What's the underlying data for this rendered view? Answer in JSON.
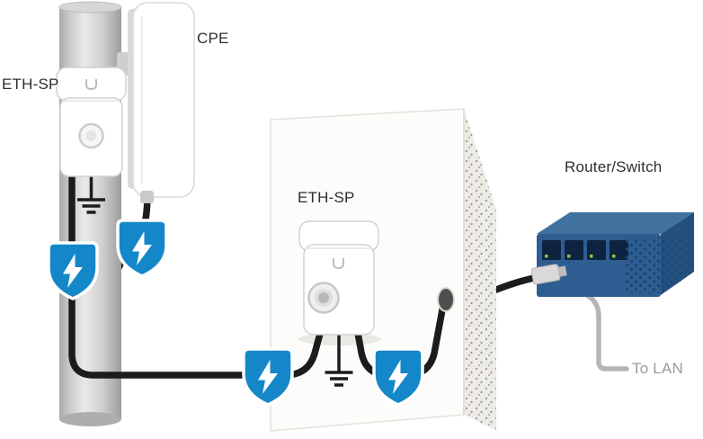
{
  "figure": {
    "type": "network-installation-diagram",
    "description": "CPE on a pole with an ETH-SP surge protector (grounded), cable run to a wall-mounted ETH-SP (grounded), passing through the wall to a router/switch and on to the LAN. Blue shield icons mark surge-protected cable segments."
  },
  "labels": {
    "eth_sp_pole": "ETH-SP",
    "cpe": "CPE",
    "eth_sp_wall": "ETH-SP",
    "router_switch": "Router/Switch",
    "to_lan": "To LAN"
  },
  "icons": {
    "surge_shield": {
      "name": "surge-shield-icon",
      "glyph": "blue shield with white lightning bolt",
      "count": 4
    },
    "ground": {
      "name": "ground-icon",
      "glyph": "earth ground symbol",
      "count": 2
    },
    "ubiquiti_logo": {
      "name": "ubiquiti-logo-icon",
      "glyph": "U mark",
      "count": 2
    }
  },
  "colors": {
    "shield_blue": "#1487C8",
    "cable_black": "#1C1C1C",
    "lan_cable_gray": "#B5B5B5",
    "label_text": "#2D2D2D",
    "to_lan_text": "#9B9B9B",
    "router_top": "#41719F",
    "router_front": "#2E5D91",
    "router_side": "#24507F",
    "port_dark": "#0E2340"
  }
}
